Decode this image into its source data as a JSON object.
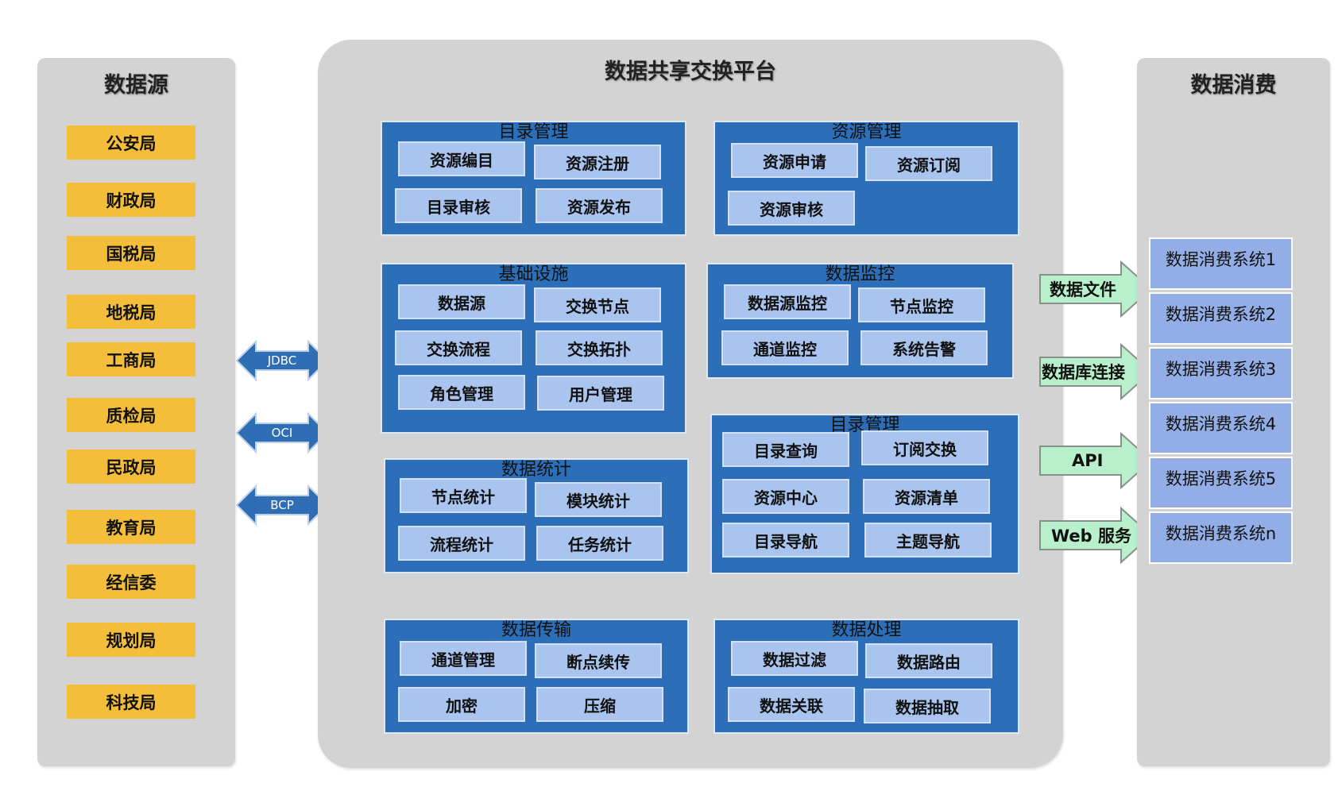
{
  "sources": {
    "title": "数据源",
    "items": [
      "公安局",
      "财政局",
      "国税局",
      "地税局",
      "工商局",
      "质检局",
      "民政局",
      "教育局",
      "经信委",
      "规划局",
      "科技局"
    ]
  },
  "platform": {
    "title": "数据共享交换平台",
    "groups": [
      {
        "title": "目录管理",
        "items": [
          "资源编目",
          "资源注册",
          "目录审核",
          "资源发布"
        ]
      },
      {
        "title": "资源管理",
        "items": [
          "资源申请",
          "资源订阅",
          "资源审核"
        ]
      },
      {
        "title": "基础设施",
        "items": [
          "数据源",
          "交换节点",
          "交换流程",
          "交换拓扑",
          "角色管理",
          "用户管理"
        ]
      },
      {
        "title": "数据监控",
        "items": [
          "数据源监控",
          "节点监控",
          "通道监控",
          "系统告警"
        ]
      },
      {
        "title": "数据统计",
        "items": [
          "节点统计",
          "模块统计",
          "流程统计",
          "任务统计"
        ]
      },
      {
        "title": "目录管理",
        "items": [
          "目录查询",
          "订阅交换",
          "资源中心",
          "资源清单",
          "目录导航",
          "主题导航"
        ]
      },
      {
        "title": "数据传输",
        "items": [
          "通道管理",
          "断点续传",
          "加密",
          "压缩"
        ]
      },
      {
        "title": "数据处理",
        "items": [
          "数据过滤",
          "数据路由",
          "数据关联",
          "数据抽取"
        ]
      }
    ]
  },
  "protocols": [
    "JDBC",
    "OCI",
    "BCP"
  ],
  "outputs": [
    "数据文件",
    "数据库连接",
    "API",
    "Web 服务"
  ],
  "consumers": {
    "title": "数据消费",
    "items": [
      "数据消费系统1",
      "数据消费系统2",
      "数据消费系统3",
      "数据消费系统4",
      "数据消费系统5",
      "数据消费系统n"
    ]
  },
  "colors": {
    "panel": "#d3d3d3",
    "source_item": "#f5be3a",
    "group_bg": "#2c6fb8",
    "group_item": "#a9c4ee",
    "consumer_item": "#93aee6",
    "output_arrow": "#b7f0cb"
  }
}
